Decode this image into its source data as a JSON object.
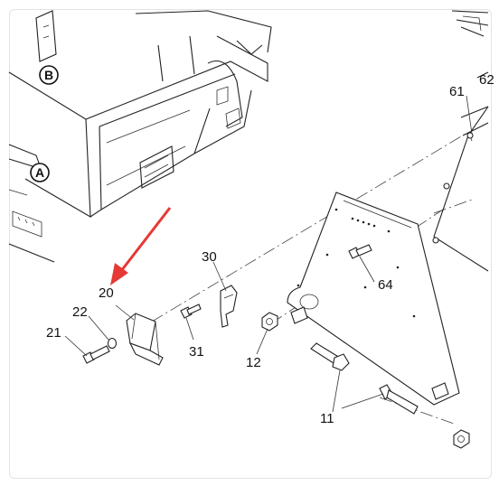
{
  "callouts": {
    "a": "A",
    "b": "B"
  },
  "parts": {
    "p20": "20",
    "p21": "21",
    "p22": "22",
    "p30": "30",
    "p31": "31",
    "p12": "12",
    "p11": "11",
    "p64": "64",
    "p61": "61",
    "p62": "62"
  },
  "colors": {
    "arrow": "#e53935",
    "line": "#222222"
  }
}
